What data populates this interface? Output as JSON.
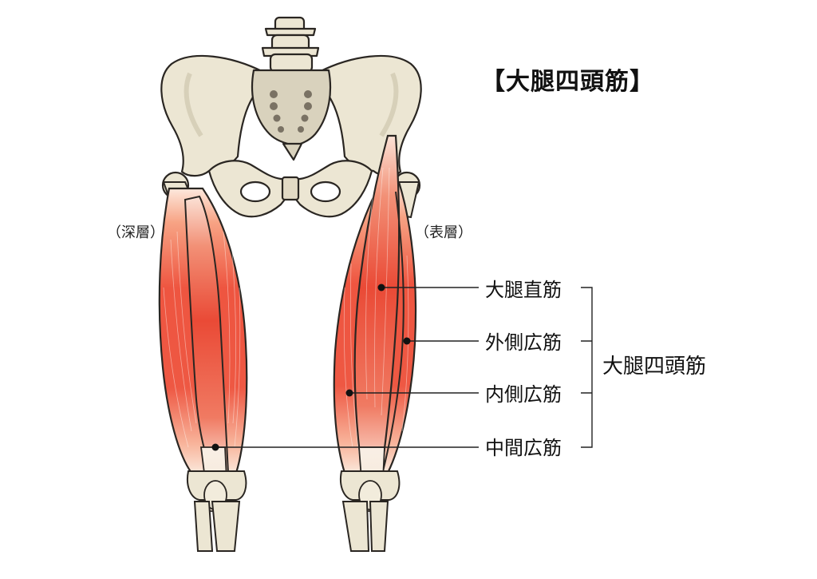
{
  "diagram": {
    "title": "【大腿四頭筋】",
    "layers": {
      "deep": "（深層）",
      "surface": "（表層）"
    },
    "muscles": [
      {
        "id": "rectus-femoris",
        "label": "大腿直筋"
      },
      {
        "id": "vastus-lateralis",
        "label": "外側広筋"
      },
      {
        "id": "vastus-medialis",
        "label": "内側広筋"
      },
      {
        "id": "vastus-intermedius",
        "label": "中間広筋"
      }
    ],
    "group_label": "大腿四頭筋"
  },
  "colors": {
    "bone": "#ece6d3",
    "bone_outline": "#2a2622",
    "muscle": "#ee5540",
    "muscle_light": "#f6a58e",
    "tendon": "#f7eee2",
    "leader_line": "#222222"
  }
}
